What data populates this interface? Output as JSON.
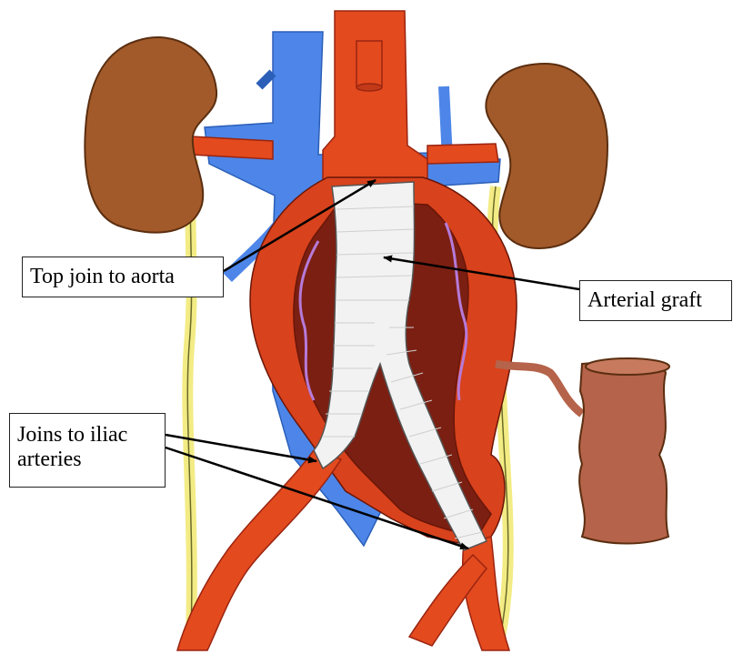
{
  "labels": {
    "top_join": "Top join to aorta",
    "graft": "Arterial graft",
    "iliac_line1": "Joins to iliac",
    "iliac_line2": "arteries"
  },
  "colors": {
    "artery": "#e34a1e",
    "vein": "#4d86e8",
    "kidney": "#a35a2a",
    "aneurysm_wall": "#b0321c",
    "aneurysm_inner": "#7a1f12",
    "graft": "#f2f2f2",
    "ureter": "#f3ec85",
    "bowel": "#b5634a",
    "arrow": "#000000"
  }
}
